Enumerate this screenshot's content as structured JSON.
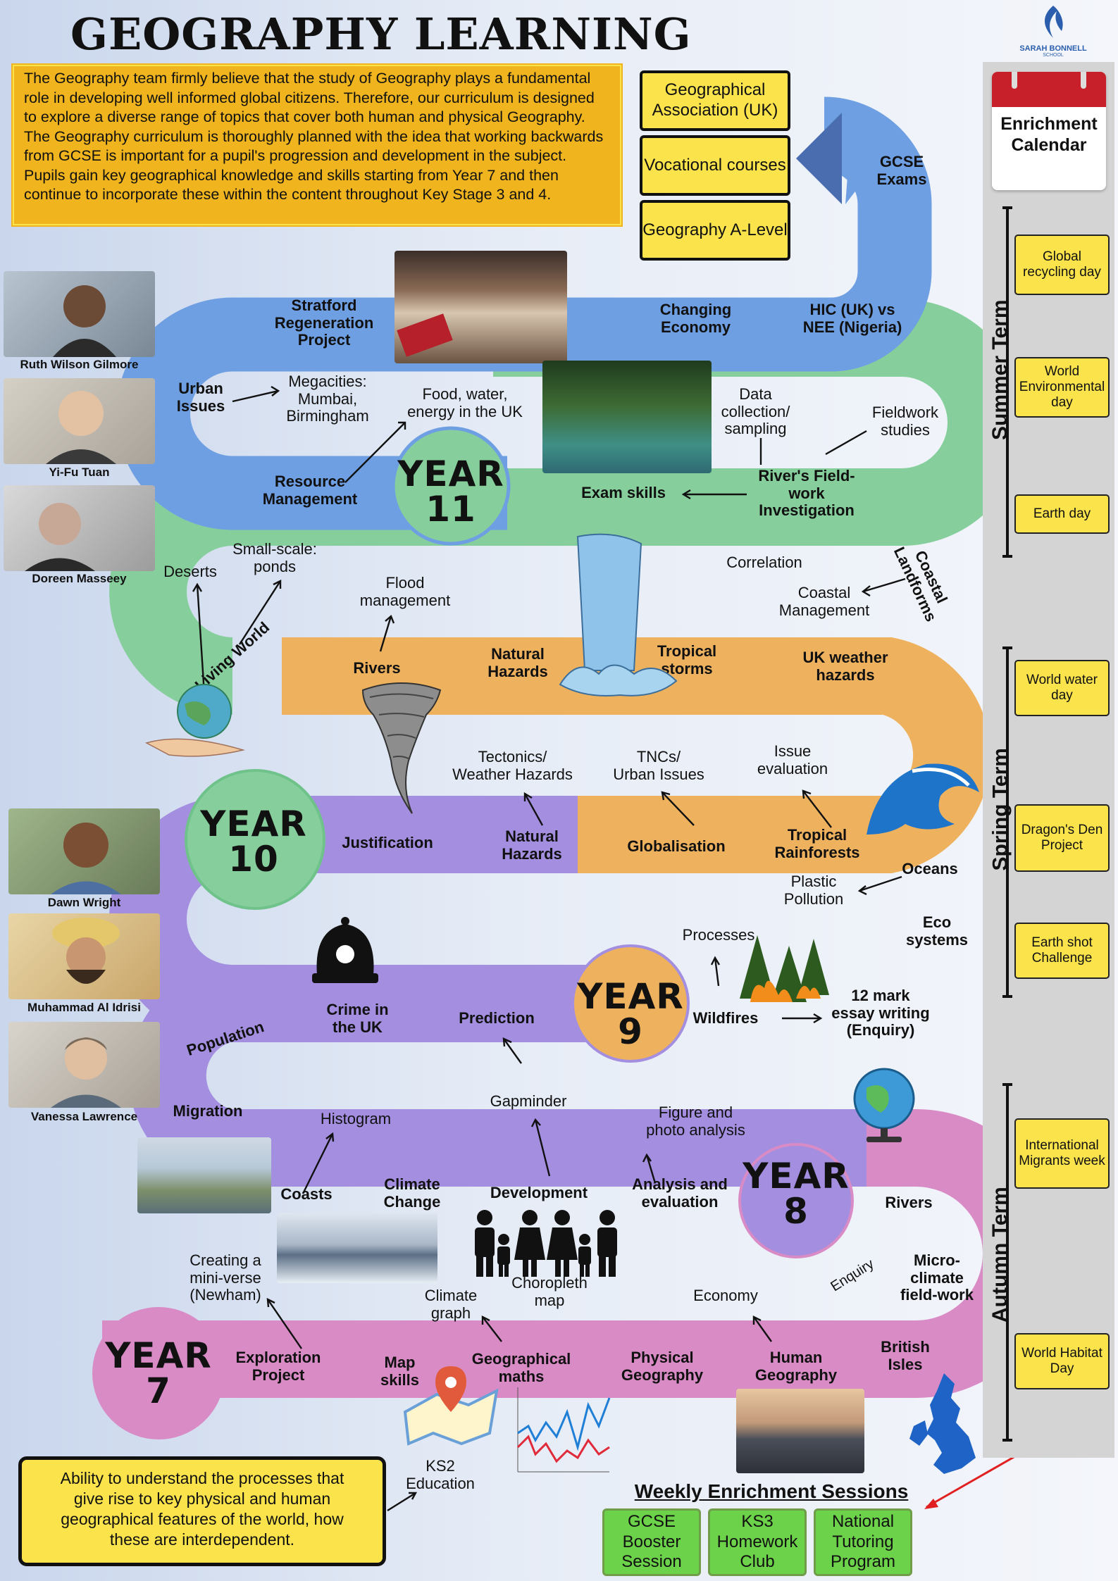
{
  "title": "GEOGRAPHY LEARNING JOURNEY",
  "logo": {
    "text": "SARAH BONNELL",
    "sub": "SCHOOL"
  },
  "intro": "The Geography team firmly believe that the study of Geography plays a fundamental role in developing well informed global citizens. Therefore, our curriculum is designed to explore a diverse range of topics that cover both human and physical Geography. The Geography curriculum is thoroughly planned with the idea that working backwards from GCSE is important for a pupil's progression and development in the subject. Pupils gain key geographical knowledge and skills starting from Year 7 and then continue to incorporate these within the content throughout Key Stage 3 and 4.",
  "pathways": [
    "Geographical\nAssociation (UK)",
    "Vocational\ncourses",
    "Geography\nA-Level"
  ],
  "gcse": "GCSE\nExams",
  "years": {
    "y7": "YEAR\n7",
    "y8": "YEAR\n8",
    "y9": "YEAR\n9",
    "y10": "YEAR\n10",
    "y11": "YEAR\n11"
  },
  "y11_top": {
    "stratford": "Stratford\nRegeneration\nProject",
    "changing": "Changing\nEconomy",
    "hic": "HIC (UK) vs\nNEE (Nigeria)",
    "urban": "Urban\nIssues",
    "megacities": "Megacities:\nMumbai,\nBirmingham",
    "food": "Food, water,\nenergy in the UK",
    "resource": "Resource\nManagement",
    "data": "Data\ncollection/\nsampling",
    "fieldwork": "Fieldwork\nstudies",
    "exam": "Exam skills",
    "river": "River's Field-\nwork\nInvestigation"
  },
  "y11_bottom": {
    "correlation": "Correlation",
    "coastal_lf": "Coastal\nLandforms",
    "coastal_mgmt": "Coastal\nManagement",
    "flood": "Flood\nmanagement",
    "rivers": "Rivers",
    "natural": "Natural\nHazards",
    "tropical": "Tropical\nstorms",
    "ukweather": "UK weather\nhazards",
    "deserts": "Deserts",
    "smallscale": "Small-scale:\nponds",
    "living": "Living World"
  },
  "y10": {
    "tectonics": "Tectonics/\nWeather Hazards",
    "tncs": "TNCs/\nUrban Issues",
    "issue": "Issue\nevaluation",
    "justification": "Justification",
    "natural": "Natural\nHazards",
    "globalisation": "Globalisation",
    "tropical": "Tropical\nRainforests",
    "oceans": "Oceans",
    "plastic": "Plastic\nPollution",
    "eco": "Eco\nsystems"
  },
  "y9": {
    "processes": "Processes",
    "crime": "Crime in\nthe UK",
    "prediction": "Prediction",
    "wildfires": "Wildfires",
    "essay": "12 mark\nessay writing\n(Enquiry)",
    "population": "Population",
    "migration": "Migration"
  },
  "y8": {
    "histogram": "Histogram",
    "gapminder": "Gapminder",
    "figure": "Figure and\nphoto analysis",
    "coasts": "Coasts",
    "climate": "Climate\nChange",
    "development": "Development",
    "analysis": "Analysis and\nevaluation",
    "rivers": "Rivers",
    "enquiry": "Enquiry",
    "micro": "Micro-\nclimate\nfield-work"
  },
  "y7": {
    "creating": "Creating a\nmini-verse\n(Newham)",
    "climate_graph": "Climate\ngraph",
    "choropleth": "Choropleth\nmap",
    "economy": "Economy",
    "exploration": "Exploration\nProject",
    "map": "Map\nskills",
    "geomaths": "Geographical\nmaths",
    "physical": "Physical\nGeography",
    "human": "Human\nGeography",
    "british": "British\nIsles",
    "ks2": "KS2\nEducation"
  },
  "ability": "Ability to understand the processes that give rise to key physical and human geographical features of the world, how these are interdependent.",
  "people": [
    "Ruth Wilson Gilmore",
    "Yi-Fu Tuan",
    "Doreen Masseey",
    "Dawn Wright",
    "Muhammad Al Idrisi",
    "Vanessa Lawrence"
  ],
  "enrichment": {
    "title": "Enrichment\nCalendar",
    "terms": [
      "Summer Term",
      "Spring Term",
      "Autumn Term"
    ],
    "summer": [
      "Global\nrecycling\nday",
      "World\nEnvironmental\nday",
      "Earth day"
    ],
    "spring": [
      "World water\nday",
      "Dragon's\nDen\nProject",
      "Earth shot\nChallenge"
    ],
    "autumn": [
      "International\nMigrants\nweek",
      "World\nHabitat Day"
    ]
  },
  "weekly": {
    "title": "Weekly Enrichment Sessions",
    "sessions": [
      "GCSE\nBooster\nSession",
      "KS3\nHomework\nClub",
      "National\nTutoring\nProgram"
    ]
  },
  "colors": {
    "blue": "#6f9fe3",
    "green": "#86cf9c",
    "orange": "#eeb25f",
    "purple": "#a38ee0",
    "pink": "#d98bc6",
    "yellow": "#fbe34c",
    "sidebar": "#d4d4d4"
  }
}
